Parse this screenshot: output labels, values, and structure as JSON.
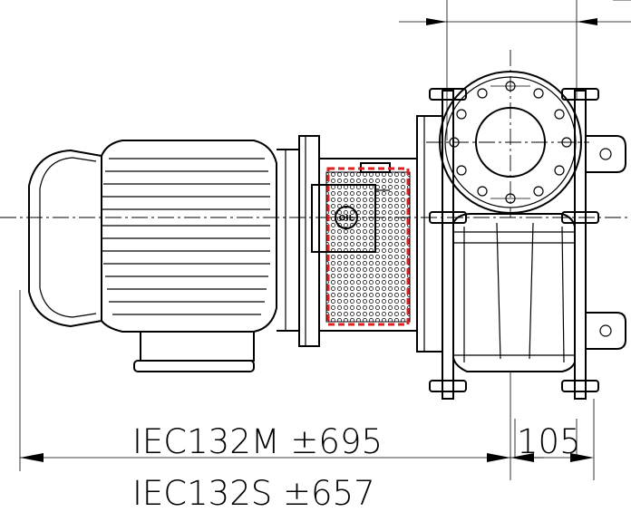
{
  "dimensions": {
    "length_iec132m": "IEC132M ±695",
    "length_iec132s": "IEC132S ±657",
    "pump_width": "105"
  },
  "labels": {
    "oil": "OIL"
  },
  "colors": {
    "line": "#000000",
    "filter_outline": "#dd2222",
    "background": "#ffffff"
  }
}
